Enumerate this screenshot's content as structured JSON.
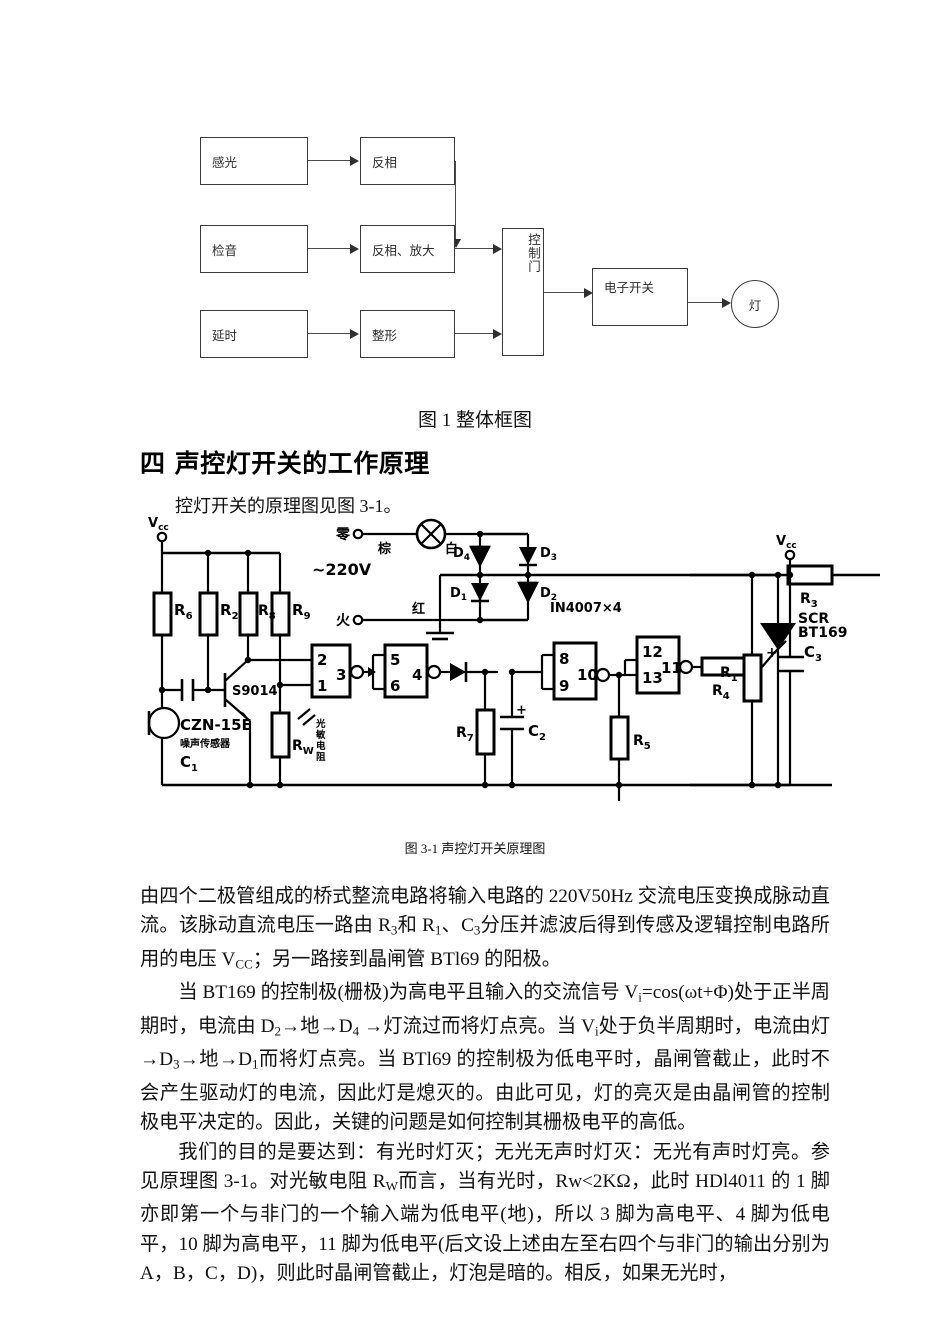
{
  "figure1": {
    "boxes": [
      {
        "id": "sense-light",
        "label": "感光"
      },
      {
        "id": "invert",
        "label": "反相"
      },
      {
        "id": "sound-detect",
        "label": "检音"
      },
      {
        "id": "invert-amplify",
        "label": "反相、放大"
      },
      {
        "id": "delay",
        "label": "延时"
      },
      {
        "id": "shaping",
        "label": "整形"
      },
      {
        "id": "control-gate",
        "label": "控制门"
      },
      {
        "id": "electronic-switch",
        "label": "电子开关"
      }
    ],
    "lamp_label": "灯",
    "caption": "图 1 整体框图"
  },
  "section": {
    "heading": "四 声控灯开关的工作原理",
    "lead": "控灯开关的原理图见图 3-1。"
  },
  "figure31": {
    "caption": "图 3-1 声控灯开关原理图",
    "labels": {
      "vcc_left": "V",
      "vcc_left_sub": "cc",
      "vcc_right": "V",
      "vcc_right_sub": "cc",
      "r6": "R",
      "r6_sub": "6",
      "r2": "R",
      "r2_sub": "2",
      "r8": "R",
      "r8_sub": "8",
      "r9": "R",
      "r9_sub": "9",
      "r7": "R",
      "r7_sub": "7",
      "r5": "R",
      "r5_sub": "5",
      "r4": "R",
      "r4_sub": "4",
      "r3": "R",
      "r3_sub": "3",
      "r1": "R",
      "r1_sub": "1",
      "rw": "R",
      "rw_sub": "W",
      "c1": "C",
      "c1_sub": "1",
      "c2": "C",
      "c2_sub": "2",
      "c3": "C",
      "c3_sub": "3",
      "d1": "D",
      "d1_sub": "1",
      "d2": "D",
      "d2_sub": "2",
      "d3": "D",
      "d3_sub": "3",
      "d4": "D",
      "d4_sub": "4",
      "transistor": "S9014",
      "sensor_model": "CZN-15E",
      "sensor_name": "噪声传感器",
      "photoresistor": "光敏电阻",
      "bridge_part": "IN4007×4",
      "scr": "SCR",
      "scr_model": "BT169",
      "ac_source": "~220V",
      "neutral": "零",
      "live": "火",
      "brown": "棕",
      "white": "白",
      "red": "红",
      "pin2": "2",
      "pin1": "1",
      "pin3": "3",
      "pin5": "5",
      "pin6": "6",
      "pin4": "4",
      "pin8": "8",
      "pin9": "9",
      "pin10": "10",
      "pin12": "12",
      "pin13": "13",
      "pin11": "11",
      "plus_c2": "+",
      "plus_c3": "+"
    }
  },
  "paragraphs": [
    "由四个二极管组成的桥式整流电路将输入电路的 220V50Hz 交流电压变换成脉动直流。该脉动直流电压一路由 R₃和 R₁、C₃分压并滤波后得到传感及逻辑控制电路所用的电压 V＿cc；另一路接到晶闸管 BTl69 的阳极。",
    "当 BT169 的控制极(栅极)为高电平且输入的交流信号 Vi=cos(ωt+Φ)处于正半周期时，电流由 D₂→地→D₄ →灯流过而将灯点亮。当 Vi处于负半周期时，电流由灯→D₃→地→D₁而将灯点亮。当 BTl69 的控制极为低电平时，晶闸管截止，此时不会产生驱动灯的电流，因此灯是熄灭的。由此可见，灯的亮灭是由晶闸管的控制极电平决定的。因此，关键的问题是如何控制其栅极电平的高低。",
    "我们的目的是要达到：有光时灯灭；无光无声时灯灭：无光有声时灯亮。参见原理图 3-1。对光敏电阻 RW而言，当有光时，Rw<2KΩ，此时 HDl4011 的 1 脚亦即第一个与非门的一个输入端为低电平(地)，所以 3 脚为高电平、4 脚为低电平，10 脚为高电平，11 脚为低电平(后文设上述由左至右四个与非门的输出分别为 A，B，C，D)，则此时晶闸管截止，灯泡是暗的。相反，如果无光时，"
  ]
}
